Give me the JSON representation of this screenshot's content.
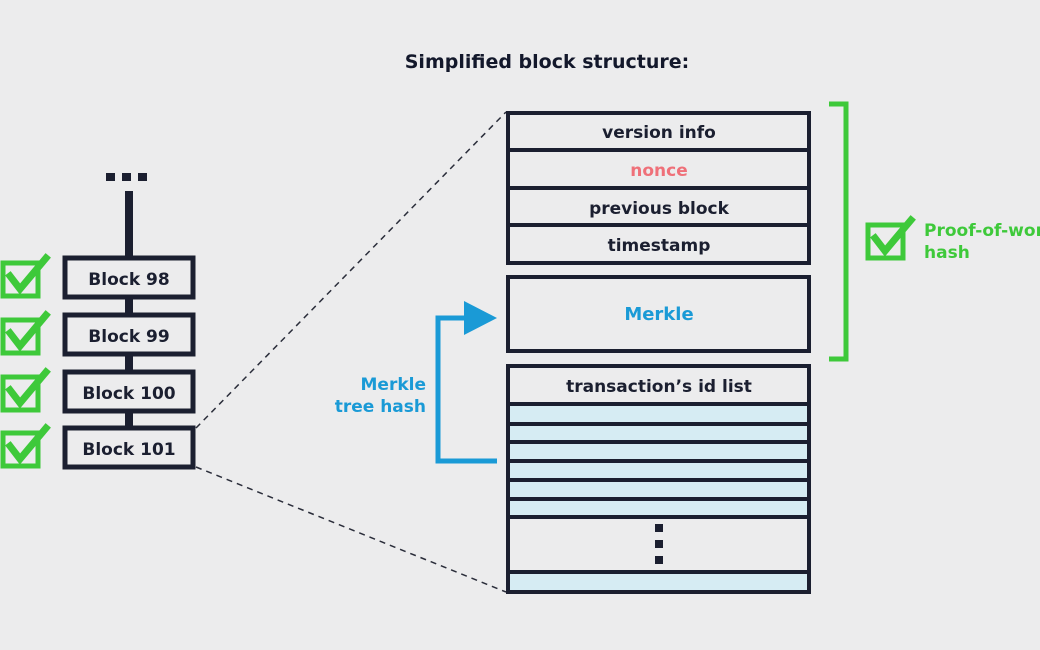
{
  "title": "Simplified block structure:",
  "chain": {
    "ellipsis": "...",
    "blocks": [
      {
        "label": "Block 98",
        "verified": true
      },
      {
        "label": "Block 99",
        "verified": true
      },
      {
        "label": "Block 100",
        "verified": true
      },
      {
        "label": "Block 101",
        "verified": true
      }
    ]
  },
  "header_fields": {
    "version": "version info",
    "nonce": "nonce",
    "previous": "previous block",
    "timestamp": "timestamp"
  },
  "merkle": {
    "label": "Merkle",
    "annotation_line1": "Merkle",
    "annotation_line2": "tree hash"
  },
  "transactions": {
    "header": "transaction’s id list"
  },
  "proof_of_work": {
    "line1": "Proof-of-work",
    "line2": "hash"
  },
  "colors": {
    "background": "#ececed",
    "outline": "#1b1f30",
    "nonce": "#ef7079",
    "merkle_blue": "#1a9ad6",
    "check_green": "#3ec93a",
    "tx_row_fill": "#d6ecf3"
  },
  "icons": {
    "check": "checkbox-checked-icon",
    "arrow": "arrow-right-icon"
  }
}
